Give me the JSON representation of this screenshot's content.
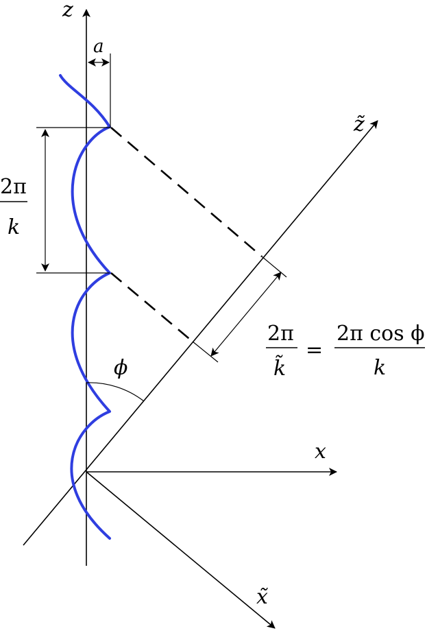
{
  "labels": {
    "z": "z",
    "a": "a",
    "z_tilde": "z̃",
    "x": "x",
    "x_tilde": "x̃",
    "phi": "ϕ"
  },
  "period": {
    "numerator": "2π",
    "denominator": "k"
  },
  "equation": {
    "lhs_numerator": "2π",
    "lhs_denominator": "k̃",
    "equals": "=",
    "rhs_numerator": "2π cos ϕ",
    "rhs_denominator": "k"
  },
  "colors": {
    "wave": "#2f3ee0",
    "lines": "#000000"
  }
}
